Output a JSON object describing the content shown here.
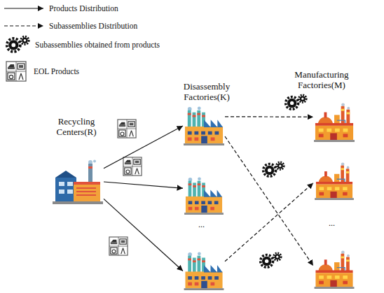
{
  "diagram": {
    "nodes": [
      {
        "text": [
          "Recycling Centers(R)"
        ]
      },
      {
        "text": [
          "Disassembly Factories(K)"
        ]
      },
      {
        "text": []
      },
      {
        "text": []
      },
      {
        "text": [
          "Manufacturing Factories(M)"
        ]
      },
      {
        "text": []
      },
      {
        "text": []
      }
    ],
    "edges": [
      {
        "from": 0,
        "to": 1,
        "arrow": "to"
      },
      {
        "from": 0,
        "to": 2,
        "arrow": "to"
      },
      {
        "from": 0,
        "to": 3,
        "arrow": "to"
      },
      {
        "from": 1,
        "to": 4,
        "arrow": "to"
      },
      {
        "from": 1,
        "to": 6,
        "arrow": "to"
      },
      {
        "from": 3,
        "to": 5,
        "arrow": "to"
      }
    ],
    "labels": [
      "...",
      "..."
    ],
    "legend": [
      {
        "text": "Products Distribution"
      },
      {
        "text": "Subassemblies Distribution"
      },
      {
        "text": "Subassemblies obtained from products"
      },
      {
        "text": "EOL Products"
      }
    ]
  }
}
